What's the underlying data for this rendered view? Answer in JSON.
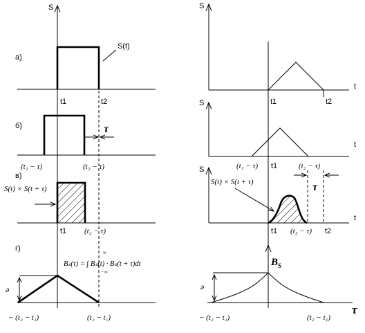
{
  "left": {
    "s_axis": "S",
    "pulse_label": "S(t)",
    "rows": {
      "a": "а)",
      "b": "б)",
      "v": "в)",
      "g": "г)"
    },
    "t1": "t1",
    "t2": "t2",
    "t1_minus_tau": "(t₁ − τ)",
    "t2_minus_tau": "(t₂ − τ)",
    "tau": "τ",
    "product": "S(t) × S(t + τ)",
    "t2_minus_tau_c": "(t₂ − τ)",
    "formula": "Bₛ(τ) = ∫ Bₛ(t) · Bₛ(t + τ)dt",
    "integral_upper": "∞",
    "integral_lower": "−∞",
    "amp": "ə",
    "neg_span": "− (t₂ − t₁)",
    "pos_span": "(t₂ − t₁)"
  },
  "right": {
    "s_axis_1": "S",
    "s_axis_2": "S",
    "s_axis_3": "S",
    "t_axis_1": "t",
    "t_axis_2": "t",
    "t_axis_3": "t",
    "t1": "t1",
    "t2": "t2",
    "t1_b": "t1",
    "t1_minus_tau": "(t₁ − τ)",
    "t2_minus_tau": "(t₂ − τ)",
    "tau": "τ",
    "product": "S(t) × S(t + τ)",
    "t1_c": "t1",
    "t2_minus_tau_c": "(t₂ − τ)",
    "t2_c": "t2",
    "bs": "B",
    "bs_sub": "S",
    "amp": "ə",
    "tau_axis": "τ",
    "neg_span": "− (t₂ − t₁)",
    "pos_span": "(t₂ − t₁)"
  }
}
